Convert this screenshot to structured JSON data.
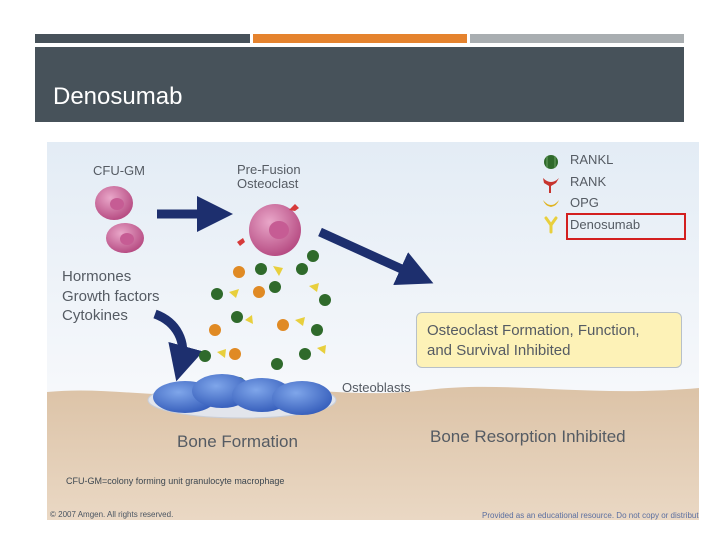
{
  "slide": {
    "title": "Denosumab"
  },
  "colors": {
    "header": "#47525a",
    "accent": "#e5832e",
    "gray_bar": "#a9aeb1",
    "highlight": "#d31f1f",
    "box_fill": "#fdf2b7"
  },
  "diagram": {
    "cfu_gm": "CFU-GM",
    "pre_fusion_line1": "Pre-Fusion",
    "pre_fusion_line2": "Osteoclast",
    "hormones": "Hormones",
    "growth_factors": "Growth factors",
    "cytokines": "Cytokines",
    "osteoblasts": "Osteoblasts",
    "bone_formation": "Bone Formation",
    "bone_resorption": "Bone Resorption Inhibited",
    "box_line1": "Osteoclast Formation, Function,",
    "box_line2": "and Survival Inhibited",
    "footnote": "CFU-GM=colony forming unit granulocyte macrophage",
    "copyright": "© 2007 Amgen. All rights reserved.",
    "disclaimer": "Provided as an educational resource.  Do not copy or distribute."
  },
  "legend": {
    "items": [
      {
        "label": "RANKL",
        "icon": "rankl-icon"
      },
      {
        "label": "RANK",
        "icon": "rank-icon"
      },
      {
        "label": "OPG",
        "icon": "opg-icon"
      },
      {
        "label": "Denosumab",
        "icon": "denosumab-icon"
      }
    ]
  }
}
